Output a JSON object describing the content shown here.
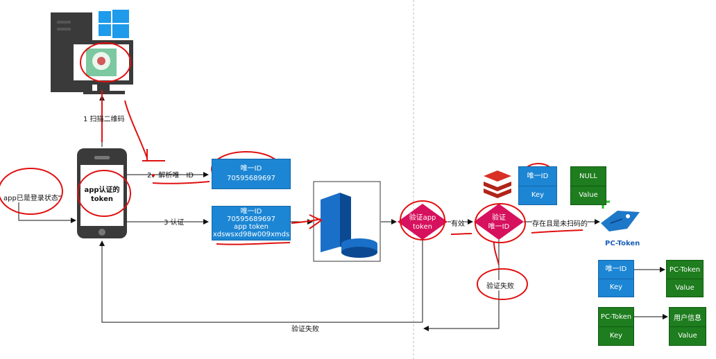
{
  "labels": {
    "scan_qr": "1 扫描二维码",
    "parse_id": "2、解析唯一ID",
    "auth": "3 认证",
    "app_logged_in": "app已是登录状态",
    "app_token_phone_l1": "app认证的",
    "app_token_phone_l2": "token",
    "valid": "有效",
    "exists_unscanned": "存在且是未扫码的",
    "pc_token_title": "PC-Token",
    "verify_fail_right": "验证失败",
    "verify_fail_bottom": "验证失败"
  },
  "box_id": {
    "line1": "唯一ID",
    "line2": "70595689697"
  },
  "box_auth": {
    "line1": "唯一ID",
    "line2": "70595689697",
    "line3": "app token",
    "line4": "xdswsxd98w009xmds"
  },
  "diamond_app": {
    "line1": "验证app",
    "line2": "token"
  },
  "diamond_id": {
    "line1": "验证",
    "line2": "唯一ID"
  },
  "redis_key_box": {
    "top": "唯一ID",
    "bottom": "Key"
  },
  "null_value_box": {
    "top": "NULL",
    "bottom": "Value"
  },
  "map1": {
    "key_top": "唯一ID",
    "key_bottom": "Key",
    "val_top": "PC-Token",
    "val_bottom": "Value"
  },
  "map2": {
    "key_top": "PC-Token",
    "key_bottom": "Key",
    "val_top": "用户信息",
    "val_bottom": "Value"
  },
  "colors": {
    "blue": "#1c86d4",
    "green": "#1e7d1e",
    "magenta": "#d6115e",
    "red_ink": "#e01010",
    "pc_token_text": "#1a5fb4"
  }
}
